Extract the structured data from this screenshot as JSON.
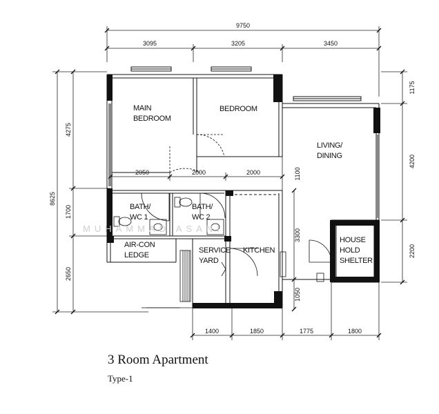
{
  "title": "3 Room Apartment",
  "subtitle": "Type-1",
  "watermark": "MUHAMMAD ASANI",
  "dimensions": {
    "top_total": "9750",
    "top": [
      "3095",
      "3205",
      "3450"
    ],
    "bottom": [
      "1400",
      "1850",
      "1775",
      "1800"
    ],
    "left_total": "8625",
    "left": [
      "4275",
      "1700",
      "2650"
    ],
    "right": [
      "1175",
      "4200",
      "2200"
    ],
    "middle": [
      "2050",
      "2000",
      "2000"
    ],
    "v_1100": "1100",
    "v_3300": "3300",
    "v_1050": "1050"
  },
  "rooms": {
    "main_bedroom": [
      "MAIN",
      "BEDROOM"
    ],
    "bedroom": "BEDROOM",
    "living": [
      "LIVING/",
      "DINING"
    ],
    "bath1": [
      "BATH/",
      "WC  1"
    ],
    "bath2": [
      "BATH/",
      "WC  2"
    ],
    "aircon": [
      "AIR-CON",
      "LEDGE"
    ],
    "service": [
      "SERVICE",
      "YARD"
    ],
    "kitchen": "KITCHEN",
    "shelter": [
      "HOUSE",
      "HOLD",
      "SHELTER"
    ]
  }
}
